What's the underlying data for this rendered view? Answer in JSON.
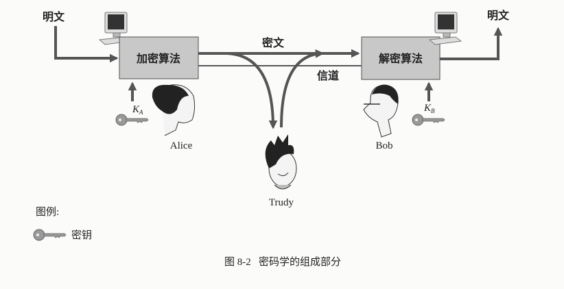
{
  "plaintext_in": "明文",
  "plaintext_out": "明文",
  "encrypt_box": "加密算法",
  "decrypt_box": "解密算法",
  "ciphertext": "密文",
  "channel": "信道",
  "key_a": {
    "k": "K",
    "sub": "A"
  },
  "key_b": {
    "k": "K",
    "sub": "B"
  },
  "alice": "Alice",
  "bob": "Bob",
  "trudy": "Trudy",
  "legend": {
    "title": "图例:",
    "key_label": "密钥"
  },
  "caption": "图 8-2   密码学的组成部分",
  "colors": {
    "box": "#c8c8c8",
    "arrow": "#555555"
  }
}
